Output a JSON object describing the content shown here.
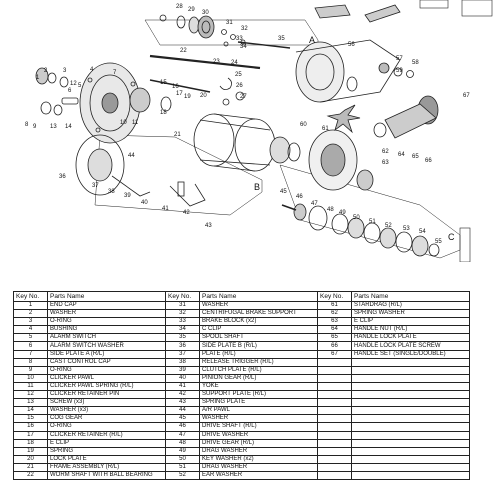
{
  "diagram": {
    "section_labels": [
      "A",
      "B",
      "C"
    ],
    "callouts": [
      "1",
      "2",
      "3",
      "4",
      "5",
      "6",
      "7",
      "8",
      "9",
      "10",
      "11",
      "12",
      "13",
      "14",
      "15",
      "16",
      "17",
      "18",
      "19",
      "20",
      "21",
      "22",
      "23",
      "24",
      "25",
      "26",
      "27",
      "28",
      "29",
      "30",
      "31",
      "32",
      "33",
      "34",
      "35",
      "36",
      "37",
      "38",
      "39",
      "40",
      "41",
      "42",
      "43",
      "44",
      "45",
      "46",
      "47",
      "48",
      "49",
      "50",
      "51",
      "52",
      "53",
      "54",
      "55",
      "56",
      "57",
      "58",
      "59",
      "60",
      "61",
      "62",
      "63",
      "64",
      "65",
      "66",
      "67"
    ]
  },
  "table": {
    "headers": [
      "Key No.",
      "Parts Name"
    ],
    "columns": [
      [
        {
          "key": "1",
          "name": "END CAP"
        },
        {
          "key": "2",
          "name": "WASHER"
        },
        {
          "key": "3",
          "name": "O-RING"
        },
        {
          "key": "4",
          "name": "BUSHING"
        },
        {
          "key": "5",
          "name": "ALARM SWITCH"
        },
        {
          "key": "6",
          "name": "ALARM SWITCH WASHER"
        },
        {
          "key": "7",
          "name": "SIDE PLATE A   (R/L)"
        },
        {
          "key": "8",
          "name": "CAST CONTROL CAP"
        },
        {
          "key": "9",
          "name": "O-RING"
        },
        {
          "key": "10",
          "name": "CLICKER PAWL"
        },
        {
          "key": "11",
          "name": "CLICKER PAWL SPRING   (R/L)"
        },
        {
          "key": "12",
          "name": "CLICKER RETAINER PIN"
        },
        {
          "key": "13",
          "name": "SCREW (x3)"
        },
        {
          "key": "14",
          "name": "WASHER   (x3)"
        },
        {
          "key": "15",
          "name": "COG GEAR"
        },
        {
          "key": "16",
          "name": "O-RING"
        },
        {
          "key": "17",
          "name": "CLICKER RETAINER   (R/L)"
        },
        {
          "key": "18",
          "name": "E CLIP"
        },
        {
          "key": "19",
          "name": "SPRING"
        },
        {
          "key": "20",
          "name": "LOCK PLATE"
        },
        {
          "key": "21",
          "name": "FRAME ASSEMBLY   (R/L)"
        },
        {
          "key": "22",
          "name": "WORM SHAFT WITH BALL BEARING"
        }
      ],
      [
        {
          "key": "31",
          "name": "WASHER"
        },
        {
          "key": "32",
          "name": "CENTRIFUGAL BRAKE SUPPORT"
        },
        {
          "key": "33",
          "name": "BRAKE BLOCK (x2)"
        },
        {
          "key": "34",
          "name": "C CLIP"
        },
        {
          "key": "35",
          "name": "SPOOL SHAFT"
        },
        {
          "key": "36",
          "name": "SIDE PLATE B   (R/L)"
        },
        {
          "key": "37",
          "name": "PLATE   (R/L)"
        },
        {
          "key": "38",
          "name": "RELEASE TRIGGER   (R/L)"
        },
        {
          "key": "39",
          "name": "CLUTCH PLATE   (R/L)"
        },
        {
          "key": "40",
          "name": "PINION GEAR   (R/L)"
        },
        {
          "key": "41",
          "name": "YOKE"
        },
        {
          "key": "42",
          "name": "SUPPORT PLATE   (R/L)"
        },
        {
          "key": "43",
          "name": "SPRING PLATE"
        },
        {
          "key": "44",
          "name": "A/R PAWL"
        },
        {
          "key": "45",
          "name": "WASHER"
        },
        {
          "key": "46",
          "name": "DRIVE SHAFT   (R/L)"
        },
        {
          "key": "47",
          "name": "DRIVE WASHER"
        },
        {
          "key": "48",
          "name": "DRIVE GEAR   (R/L)"
        },
        {
          "key": "49",
          "name": "DRAG WASHER"
        },
        {
          "key": "50",
          "name": "KEY WASHER (x2)"
        },
        {
          "key": "51",
          "name": "DRAG WASHER"
        },
        {
          "key": "52",
          "name": "EAR WASHER"
        }
      ],
      [
        {
          "key": "61",
          "name": "STARDRAG   (R/L)"
        },
        {
          "key": "62",
          "name": "SPRING WASHER"
        },
        {
          "key": "63",
          "name": "E CLIP"
        },
        {
          "key": "64",
          "name": "HANDLE NUT   (R/L)"
        },
        {
          "key": "65",
          "name": "HANDLE LOCK  PLATE"
        },
        {
          "key": "66",
          "name": "HANDLE LOCK  PLATE SCREW"
        },
        {
          "key": "67",
          "name": "HANDLE SET  (SINGLE/DOUBLE)"
        },
        {
          "key": "",
          "name": ""
        },
        {
          "key": "",
          "name": ""
        },
        {
          "key": "",
          "name": ""
        },
        {
          "key": "",
          "name": ""
        },
        {
          "key": "",
          "name": ""
        },
        {
          "key": "",
          "name": ""
        },
        {
          "key": "",
          "name": ""
        },
        {
          "key": "",
          "name": ""
        },
        {
          "key": "",
          "name": ""
        },
        {
          "key": "",
          "name": ""
        },
        {
          "key": "",
          "name": ""
        },
        {
          "key": "",
          "name": ""
        },
        {
          "key": "",
          "name": ""
        },
        {
          "key": "",
          "name": ""
        },
        {
          "key": "",
          "name": ""
        }
      ]
    ]
  }
}
